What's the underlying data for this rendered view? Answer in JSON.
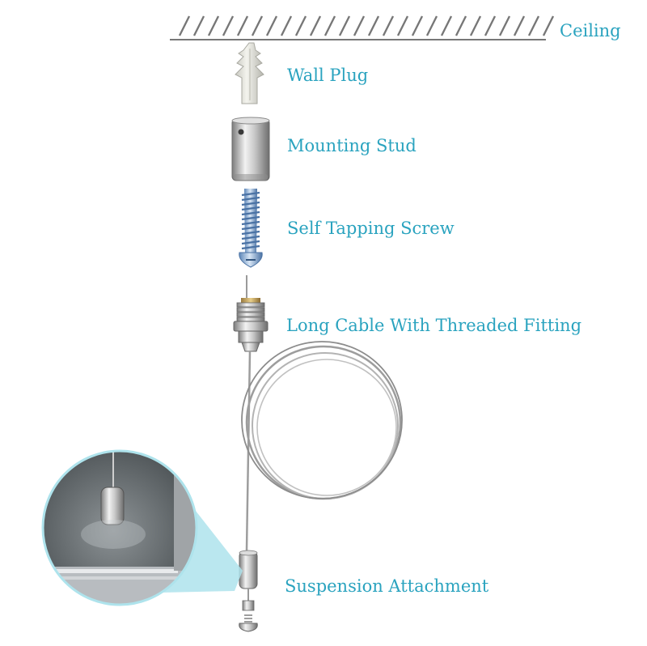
{
  "accent_color": "#2aa3bf",
  "labels": {
    "ceiling": "Ceiling",
    "wall_plug": "Wall Plug",
    "mounting_stud": "Mounting Stud",
    "self_tapping_screw": "Self Tapping Screw",
    "long_cable": "Long Cable With Threaded Fitting",
    "suspension_attachment": "Suspension Attachment"
  },
  "icons": [
    "ceiling-hatch",
    "wall-plug-icon",
    "mounting-stud-icon",
    "screw-icon",
    "threaded-fitting-icon",
    "cable-coil-icon",
    "suspension-gripper-icon",
    "detail-magnifier-icon"
  ]
}
